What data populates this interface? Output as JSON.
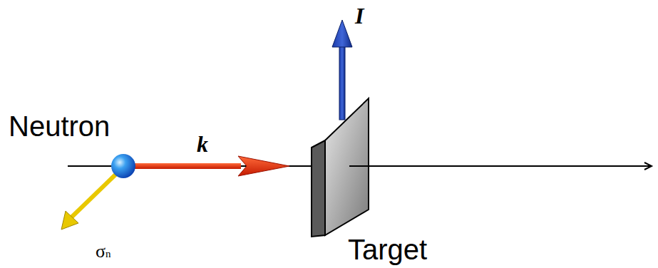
{
  "diagram": {
    "labels": [
      "Neutron",
      "k",
      "I",
      "Target",
      "σn"
    ]
  }
}
